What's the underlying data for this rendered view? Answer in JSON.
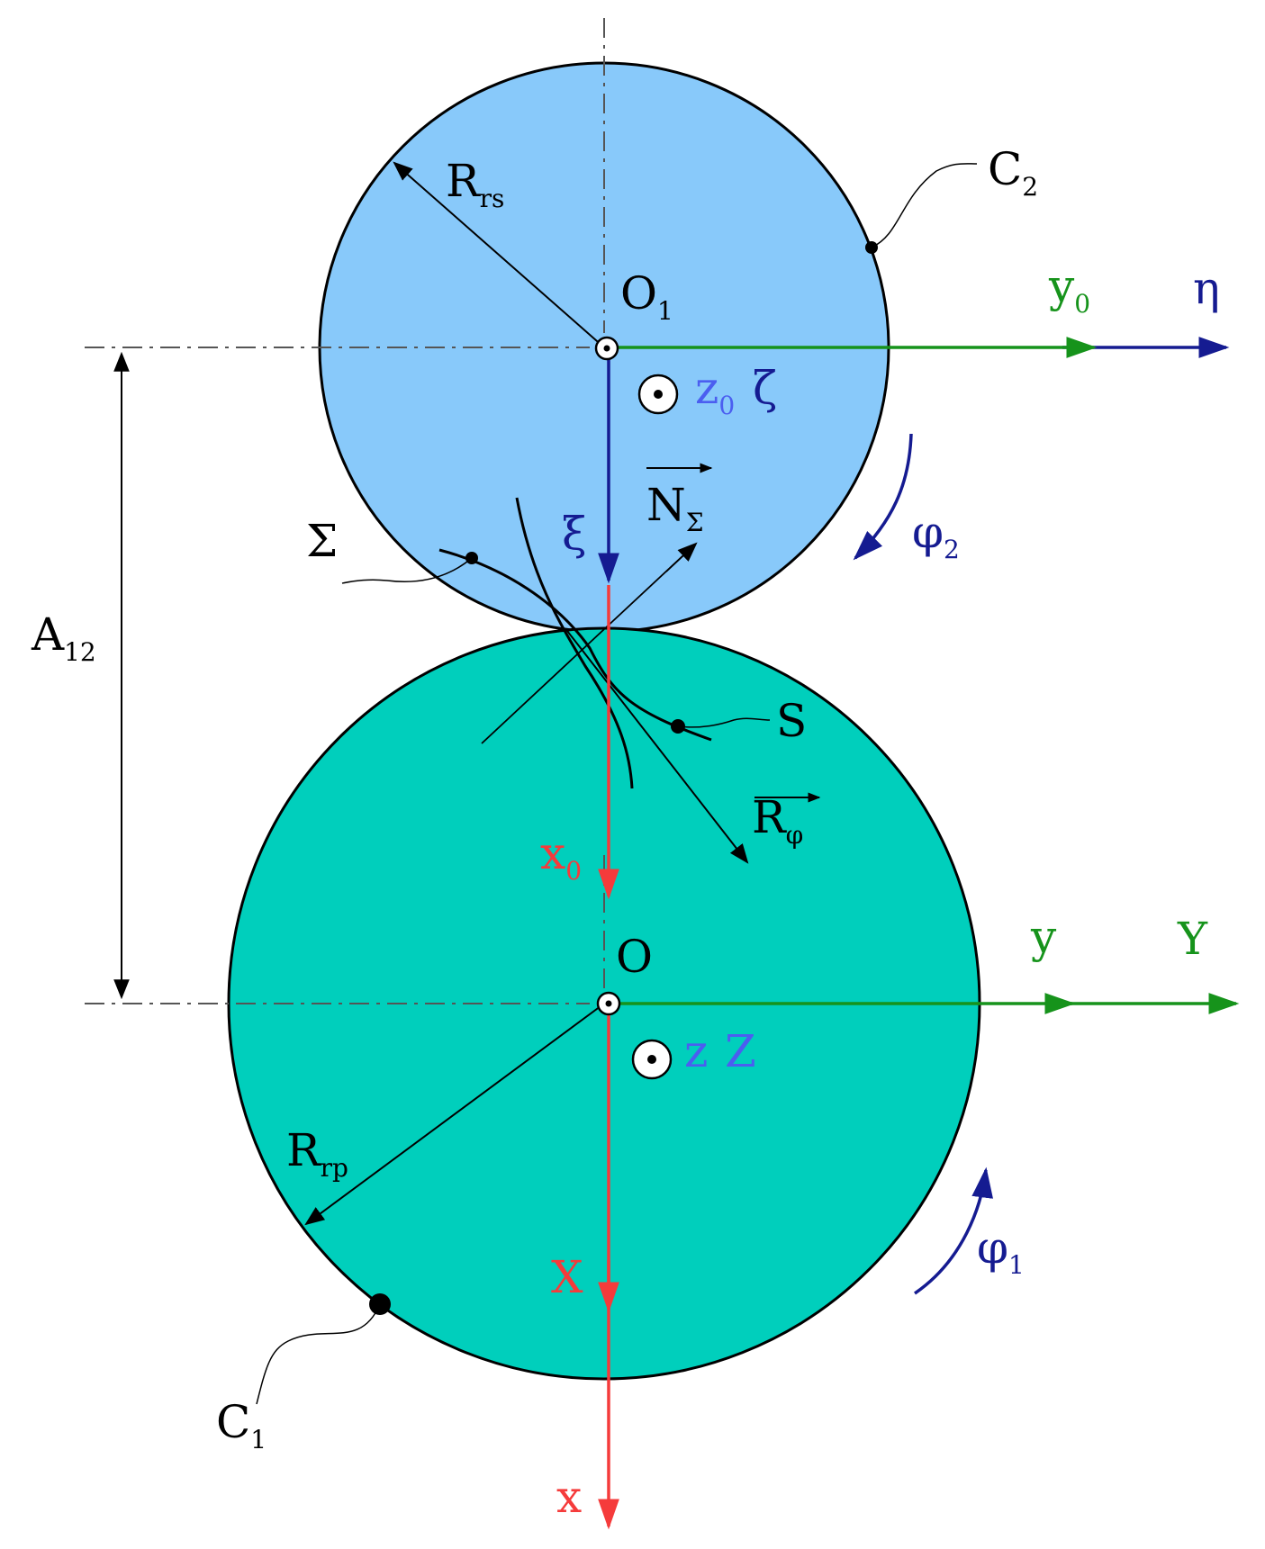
{
  "colors": {
    "upper_circle_fill": "#88c9fa",
    "lower_circle_fill": "#00cfbc",
    "green_axis": "#16931b",
    "blue_axis": "#151b91",
    "red_axis": "#f53b3b",
    "light_blue_text": "#4b5ef0",
    "outline": "#000000",
    "centerline": "#555555"
  },
  "labels": {
    "c2": {
      "main": "C",
      "sub": "2"
    },
    "c1": {
      "main": "C",
      "sub": "1"
    },
    "o1": {
      "main": "O",
      "sub": "1"
    },
    "o": {
      "main": "O"
    },
    "rrs": {
      "main": "R",
      "sub": "rs"
    },
    "rrp": {
      "main": "R",
      "sub": "rp"
    },
    "a12": {
      "main": "A",
      "sub": "12"
    },
    "y0": {
      "main": "y",
      "sub": "0"
    },
    "eta": {
      "main": "η"
    },
    "z0": {
      "main": "z",
      "sub": "0"
    },
    "zeta": {
      "main": "ζ"
    },
    "xi": {
      "main": "ξ"
    },
    "n_sigma": {
      "main": "N",
      "sub": "Σ"
    },
    "sigma": {
      "main": "Σ"
    },
    "phi2": {
      "main": "φ",
      "sub": "2"
    },
    "s": {
      "main": "S"
    },
    "r_phi": {
      "main": "R",
      "sub": "φ"
    },
    "x0": {
      "main": "x",
      "sub": "0"
    },
    "y": {
      "main": "y"
    },
    "Y": {
      "main": "Y"
    },
    "z": {
      "main": "z"
    },
    "Z": {
      "main": "Z"
    },
    "X": {
      "main": "X"
    },
    "phi1": {
      "main": "φ",
      "sub": "1"
    },
    "x": {
      "main": "x"
    }
  }
}
